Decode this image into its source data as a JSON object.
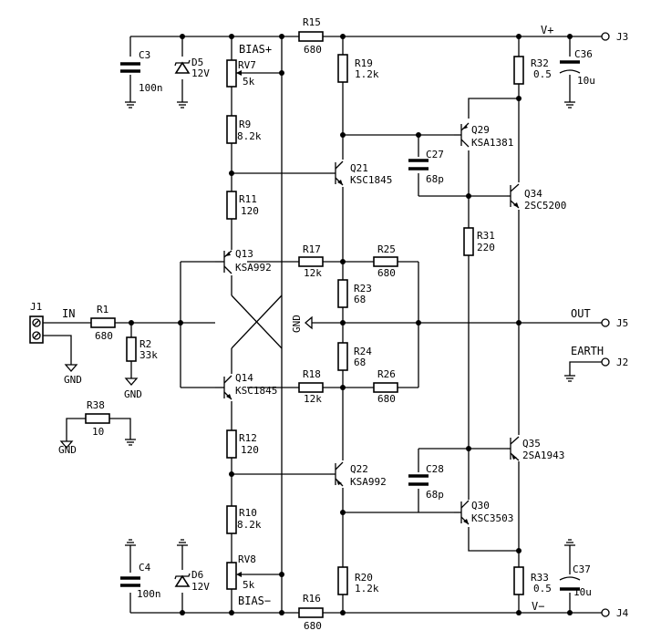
{
  "resistors": {
    "R15": {
      "ref": "R15",
      "value": "680"
    },
    "R16": {
      "ref": "R16",
      "value": "680"
    },
    "R19": {
      "ref": "R19",
      "value": "1.2k"
    },
    "R20": {
      "ref": "R20",
      "value": "1.2k"
    },
    "R32": {
      "ref": "R32",
      "value": "0.5"
    },
    "R33": {
      "ref": "R33",
      "value": "0.5"
    },
    "R9": {
      "ref": "R9",
      "value": "8.2k"
    },
    "R10": {
      "ref": "R10",
      "value": "8.2k"
    },
    "R11": {
      "ref": "R11",
      "value": "120"
    },
    "R12": {
      "ref": "R12",
      "value": "120"
    },
    "R17": {
      "ref": "R17",
      "value": "12k"
    },
    "R18": {
      "ref": "R18",
      "value": "12k"
    },
    "R25": {
      "ref": "R25",
      "value": "680"
    },
    "R26": {
      "ref": "R26",
      "value": "680"
    },
    "R23": {
      "ref": "R23",
      "value": "68"
    },
    "R24": {
      "ref": "R24",
      "value": "68"
    },
    "R31": {
      "ref": "R31",
      "value": "220"
    },
    "R1": {
      "ref": "R1",
      "value": "680"
    },
    "R2": {
      "ref": "R2",
      "value": "33k"
    },
    "R38": {
      "ref": "R38",
      "value": "10"
    }
  },
  "pots": {
    "RV7": {
      "ref": "RV7",
      "value": "5k"
    },
    "RV8": {
      "ref": "RV8",
      "value": "5k"
    }
  },
  "capacitors": {
    "C3": {
      "ref": "C3",
      "value": "100n"
    },
    "C4": {
      "ref": "C4",
      "value": "100n"
    },
    "C27": {
      "ref": "C27",
      "value": "68p"
    },
    "C28": {
      "ref": "C28",
      "value": "68p"
    },
    "C36": {
      "ref": "C36",
      "value": "10u"
    },
    "C37": {
      "ref": "C37",
      "value": "10u"
    }
  },
  "diodes": {
    "D5": {
      "ref": "D5",
      "value": "12V"
    },
    "D6": {
      "ref": "D6",
      "value": "12V"
    }
  },
  "transistors": {
    "Q13": {
      "ref": "Q13",
      "part": "KSA992"
    },
    "Q14": {
      "ref": "Q14",
      "part": "KSC1845"
    },
    "Q21": {
      "ref": "Q21",
      "part": "KSC1845"
    },
    "Q22": {
      "ref": "Q22",
      "part": "KSA992"
    },
    "Q29": {
      "ref": "Q29",
      "part": "KSA1381"
    },
    "Q30": {
      "ref": "Q30",
      "part": "KSC3503"
    },
    "Q34": {
      "ref": "Q34",
      "part": "2SC5200"
    },
    "Q35": {
      "ref": "Q35",
      "part": "2SA1943"
    }
  },
  "connectors": {
    "J1": "J1",
    "J2": "J2",
    "J3": "J3",
    "J4": "J4",
    "J5": "J5"
  },
  "net_labels": {
    "bias_plus": "BIAS+",
    "bias_minus": "BIAS−",
    "v_plus": "V+",
    "v_minus": "V−",
    "in": "IN",
    "out": "OUT",
    "earth": "EARTH",
    "gnd": "GND"
  }
}
